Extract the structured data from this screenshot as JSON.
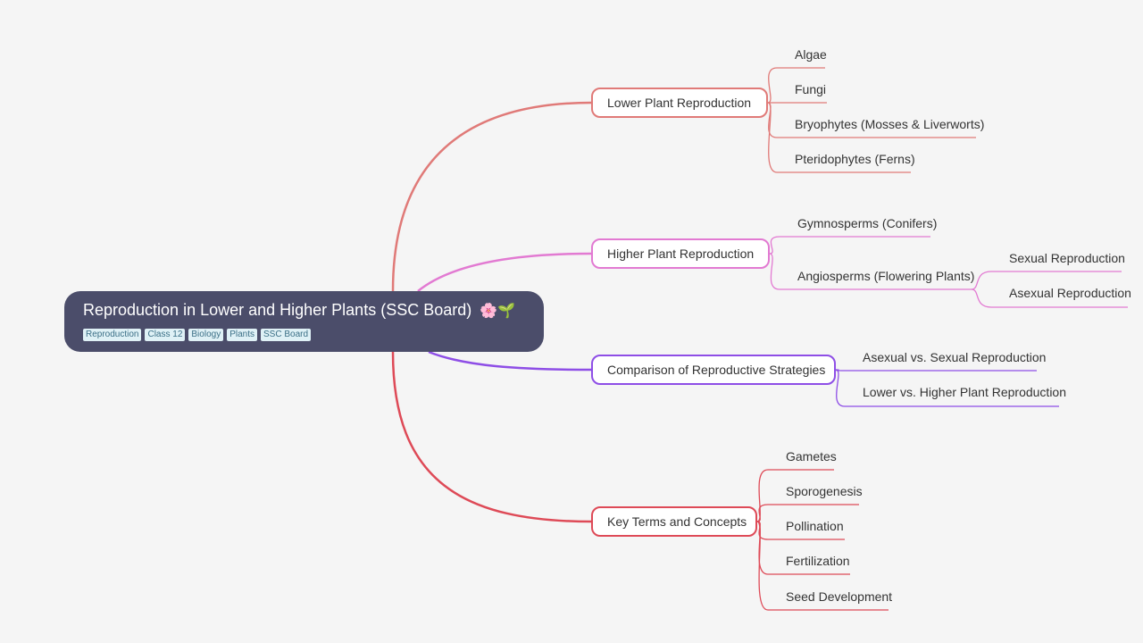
{
  "root": {
    "title": "Reproduction in Lower and Higher Plants (SSC Board)",
    "emoji": "🌸🌱",
    "tags": [
      "Reproduction",
      "Class 12",
      "Biology",
      "Plants",
      "SSC Board"
    ]
  },
  "colors": {
    "branch_lower": "#e07a78",
    "branch_higher": "#e27ad2",
    "branch_comparison": "#8e4ee6",
    "branch_keyterms": "#de4a57"
  },
  "branches": [
    {
      "label": "Lower Plant Reproduction",
      "children": [
        {
          "label": "Algae"
        },
        {
          "label": "Fungi"
        },
        {
          "label": "Bryophytes (Mosses & Liverworts)"
        },
        {
          "label": "Pteridophytes (Ferns)"
        }
      ]
    },
    {
      "label": "Higher Plant Reproduction",
      "children": [
        {
          "label": "Gymnosperms (Conifers)"
        },
        {
          "label": "Angiosperms (Flowering Plants)",
          "children": [
            {
              "label": "Sexual Reproduction"
            },
            {
              "label": "Asexual Reproduction"
            }
          ]
        }
      ]
    },
    {
      "label": "Comparison of Reproductive Strategies",
      "children": [
        {
          "label": "Asexual vs. Sexual Reproduction"
        },
        {
          "label": "Lower vs. Higher Plant Reproduction"
        }
      ]
    },
    {
      "label": "Key Terms and Concepts",
      "children": [
        {
          "label": "Gametes"
        },
        {
          "label": "Sporogenesis"
        },
        {
          "label": "Pollination"
        },
        {
          "label": "Fertilization"
        },
        {
          "label": "Seed Development"
        }
      ]
    }
  ]
}
